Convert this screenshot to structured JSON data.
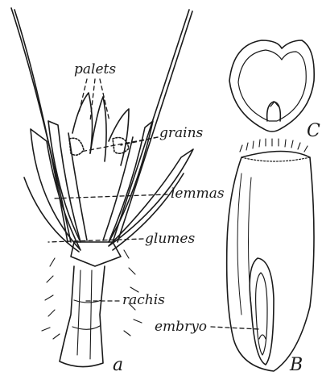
{
  "labels": {
    "palets": "palets",
    "grains": "grains",
    "lemmas": "lemmas",
    "glumes": "glumes",
    "rachis": "rachis",
    "embryo": "embryo"
  },
  "panels": {
    "a": "a",
    "b": "B",
    "c": "C"
  },
  "colors": {
    "ink": "#1a1a1a",
    "paper": "#ffffff"
  }
}
